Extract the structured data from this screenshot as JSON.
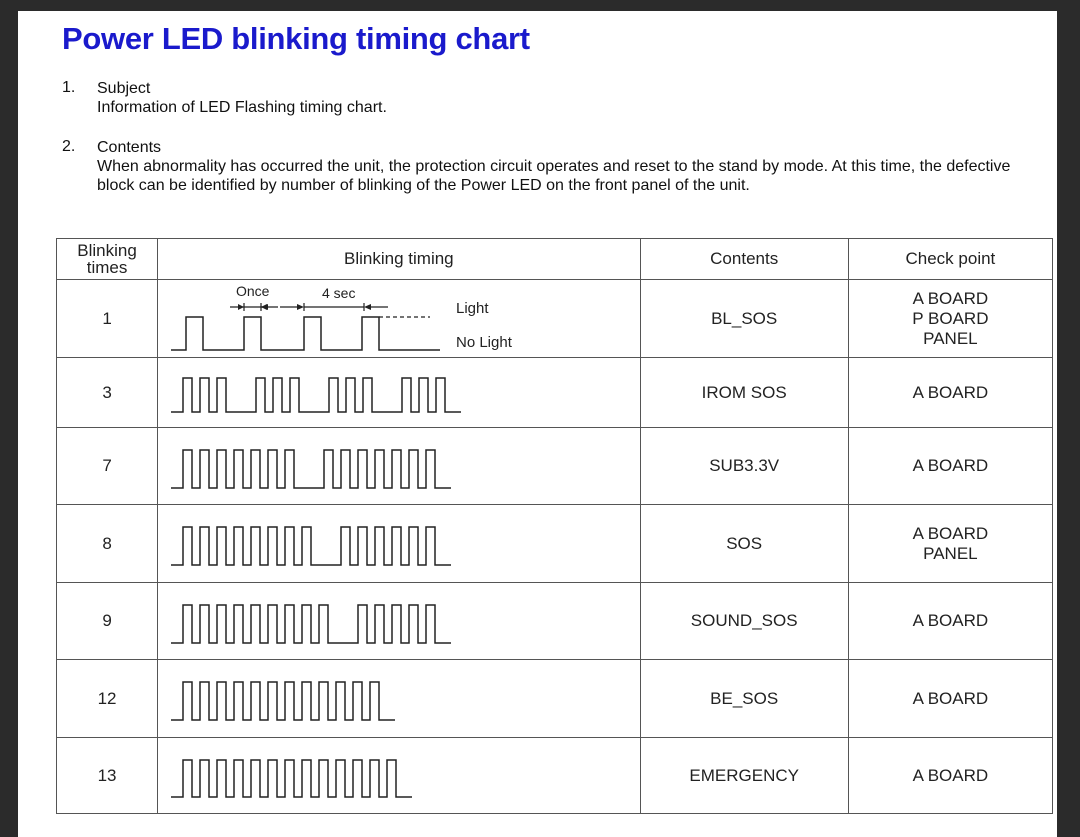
{
  "title": "Power LED blinking timing chart",
  "sections": [
    {
      "num": "1.",
      "heading": "Subject",
      "text": "Information of LED Flashing timing chart."
    },
    {
      "num": "2.",
      "heading": "Contents",
      "text": "When abnormality has occurred the unit, the protection circuit operates and reset to the stand by mode. At this time, the defective block can be identified by number of blinking of the Power LED on the front panel of the unit."
    }
  ],
  "table": {
    "headers": {
      "times_line1": "Blinking",
      "times_line2": "times",
      "timing": "Blinking timing",
      "contents": "Contents",
      "check": "Check point"
    },
    "legend": {
      "once": "Once",
      "period": "4 sec",
      "light": "Light",
      "no_light": "No Light"
    },
    "rows": [
      {
        "times": "1",
        "contents": "BL_SOS",
        "check": [
          "A BOARD",
          "P BOARD",
          "PANEL"
        ]
      },
      {
        "times": "3",
        "contents": "IROM SOS",
        "check": [
          "A BOARD"
        ]
      },
      {
        "times": "7",
        "contents": "SUB3.3V",
        "check": [
          "A BOARD"
        ]
      },
      {
        "times": "8",
        "contents": "SOS",
        "check": [
          "A BOARD",
          "PANEL"
        ]
      },
      {
        "times": "9",
        "contents": "SOUND_SOS",
        "check": [
          "A BOARD"
        ]
      },
      {
        "times": "12",
        "contents": "BE_SOS",
        "check": [
          "A BOARD"
        ]
      },
      {
        "times": "13",
        "contents": "EMERGENCY",
        "check": [
          "A BOARD"
        ]
      }
    ]
  }
}
